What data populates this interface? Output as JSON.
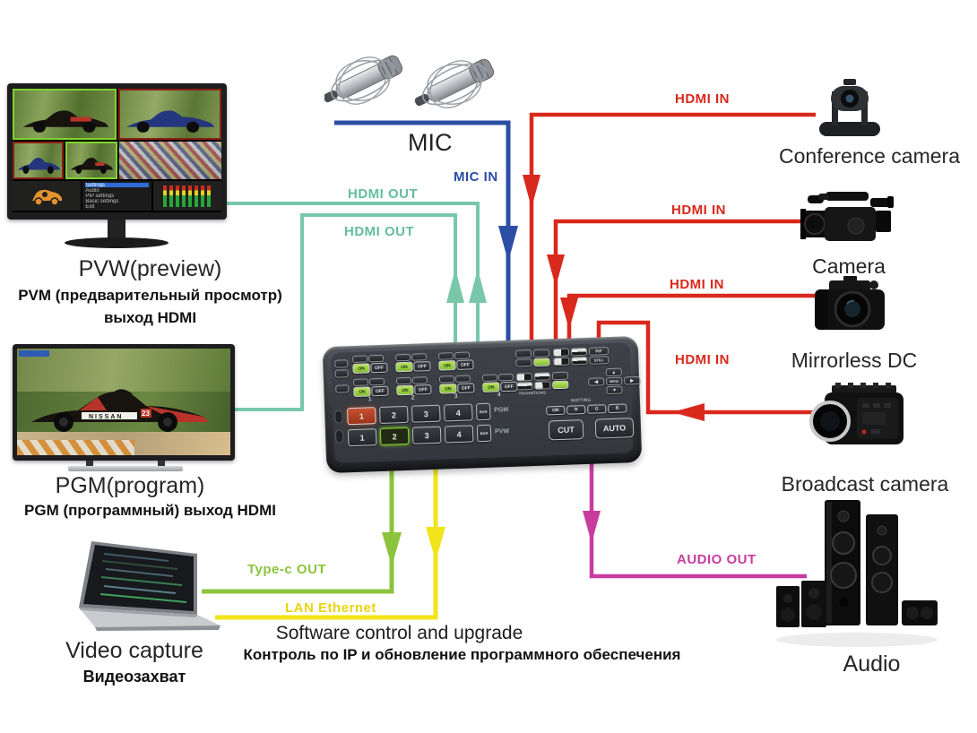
{
  "devices": {
    "pvw_monitor": {
      "title": "PVW(preview)",
      "subtitle1": "PVM (предварительный просмотр)",
      "subtitle2": "выход HDMI"
    },
    "pgm_monitor": {
      "title": "PGM(program)",
      "subtitle1": "PGM (программный) выход HDMI"
    },
    "mic": {
      "title": "MIC"
    },
    "video_capture": {
      "title": "Video capture",
      "subtitle1": "Видеозахват"
    },
    "conference_camera": {
      "title": "Conference camera"
    },
    "camera": {
      "title": "Camera"
    },
    "mirrorless": {
      "title": "Mirrorless DC"
    },
    "broadcast_camera": {
      "title": "Broadcast camera"
    },
    "audio": {
      "title": "Audio"
    }
  },
  "pvw_menu": {
    "items": [
      "Settings",
      "Audio",
      "PIP settings",
      "Basic settings",
      "Exit"
    ]
  },
  "pgm_screen": {
    "car_text": "NISSAN",
    "car_number": "23"
  },
  "connections": {
    "hdmi_out_pvw": {
      "label": "HDMI OUT",
      "color": "#6ec3a3"
    },
    "hdmi_out_pgm": {
      "label": "HDMI OUT",
      "color": "#6ec3a3"
    },
    "mic_in": {
      "label": "MIC IN",
      "color": "#2b4da5"
    },
    "hdmi_in_conference": {
      "label": "HDMI IN",
      "color": "#d9281c"
    },
    "hdmi_in_camera": {
      "label": "HDMI IN",
      "color": "#d9281c"
    },
    "hdmi_in_mirrorless": {
      "label": "HDMI IN",
      "color": "#d9281c"
    },
    "hdmi_in_broadcast": {
      "label": "HDMI IN",
      "color": "#d9281c"
    },
    "audio_out": {
      "label": "AUDIO OUT",
      "color": "#c83c9e"
    },
    "type_c_out": {
      "label": "Type-c OUT",
      "color": "#8bc43c"
    },
    "lan_ethernet": {
      "label": "LAN Ethernet",
      "color": "#e8d40e"
    }
  },
  "footer": {
    "line1": "Software control and upgrade",
    "line2": "Контроль по IP и обновление программного обеспечения"
  },
  "switcher": {
    "bus_labels": {
      "pgm": "PGM",
      "pvw": "PVW"
    },
    "program_keys": [
      "1",
      "2",
      "3",
      "4"
    ],
    "preview_keys": [
      "1",
      "2",
      "3",
      "4"
    ],
    "bar_label": "BAR",
    "on_label": "ON",
    "off_label": "OFF",
    "channel_numbers": [
      "1",
      "2",
      "3",
      "4"
    ],
    "transitions_label": "TRANSITIONS",
    "matting": {
      "label": "MATTING",
      "keys": [
        "ON",
        "R",
        "G",
        "B"
      ]
    },
    "cut_label": "CUT",
    "auto_label": "AUTO",
    "pip_label": "PIP",
    "still_label": "STILL",
    "menu_label": "MENU"
  }
}
